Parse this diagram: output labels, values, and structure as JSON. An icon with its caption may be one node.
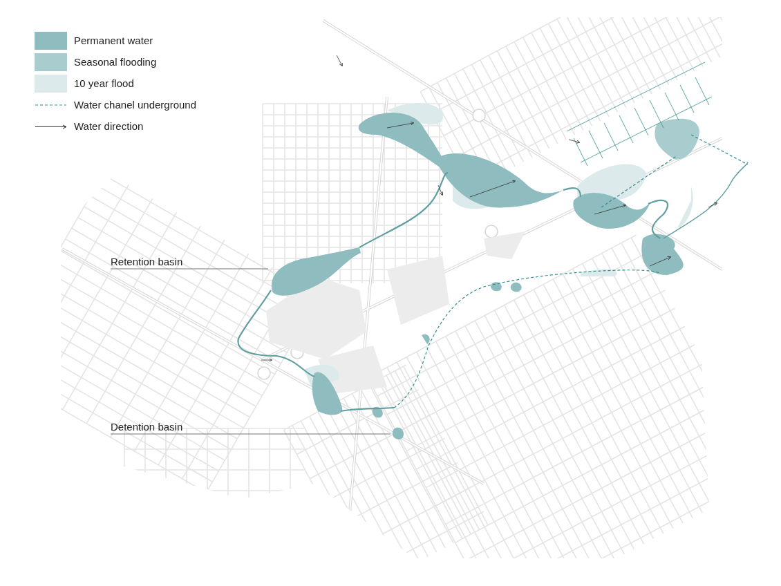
{
  "diagram": {
    "nodes": [
      {
        "text": [
          "Retention basin"
        ]
      },
      {
        "text": [],
        "shape": "blob"
      },
      {
        "text": [
          "Detention basin"
        ]
      },
      {
        "text": [],
        "shape": "blob"
      }
    ],
    "edges": [
      {
        "from": 0,
        "to": 1,
        "arrow": "none"
      },
      {
        "from": 2,
        "to": 3,
        "arrow": "none"
      }
    ],
    "legend": [
      {
        "text": "Permanent water",
        "color": "#8fbcbf"
      },
      {
        "text": "Seasonal flooding",
        "color": "#a9cdcf"
      },
      {
        "text": "10 year flood",
        "color": "#dceaeb"
      },
      {
        "text": "Water chanel underground"
      },
      {
        "text": "Water direction"
      }
    ]
  }
}
